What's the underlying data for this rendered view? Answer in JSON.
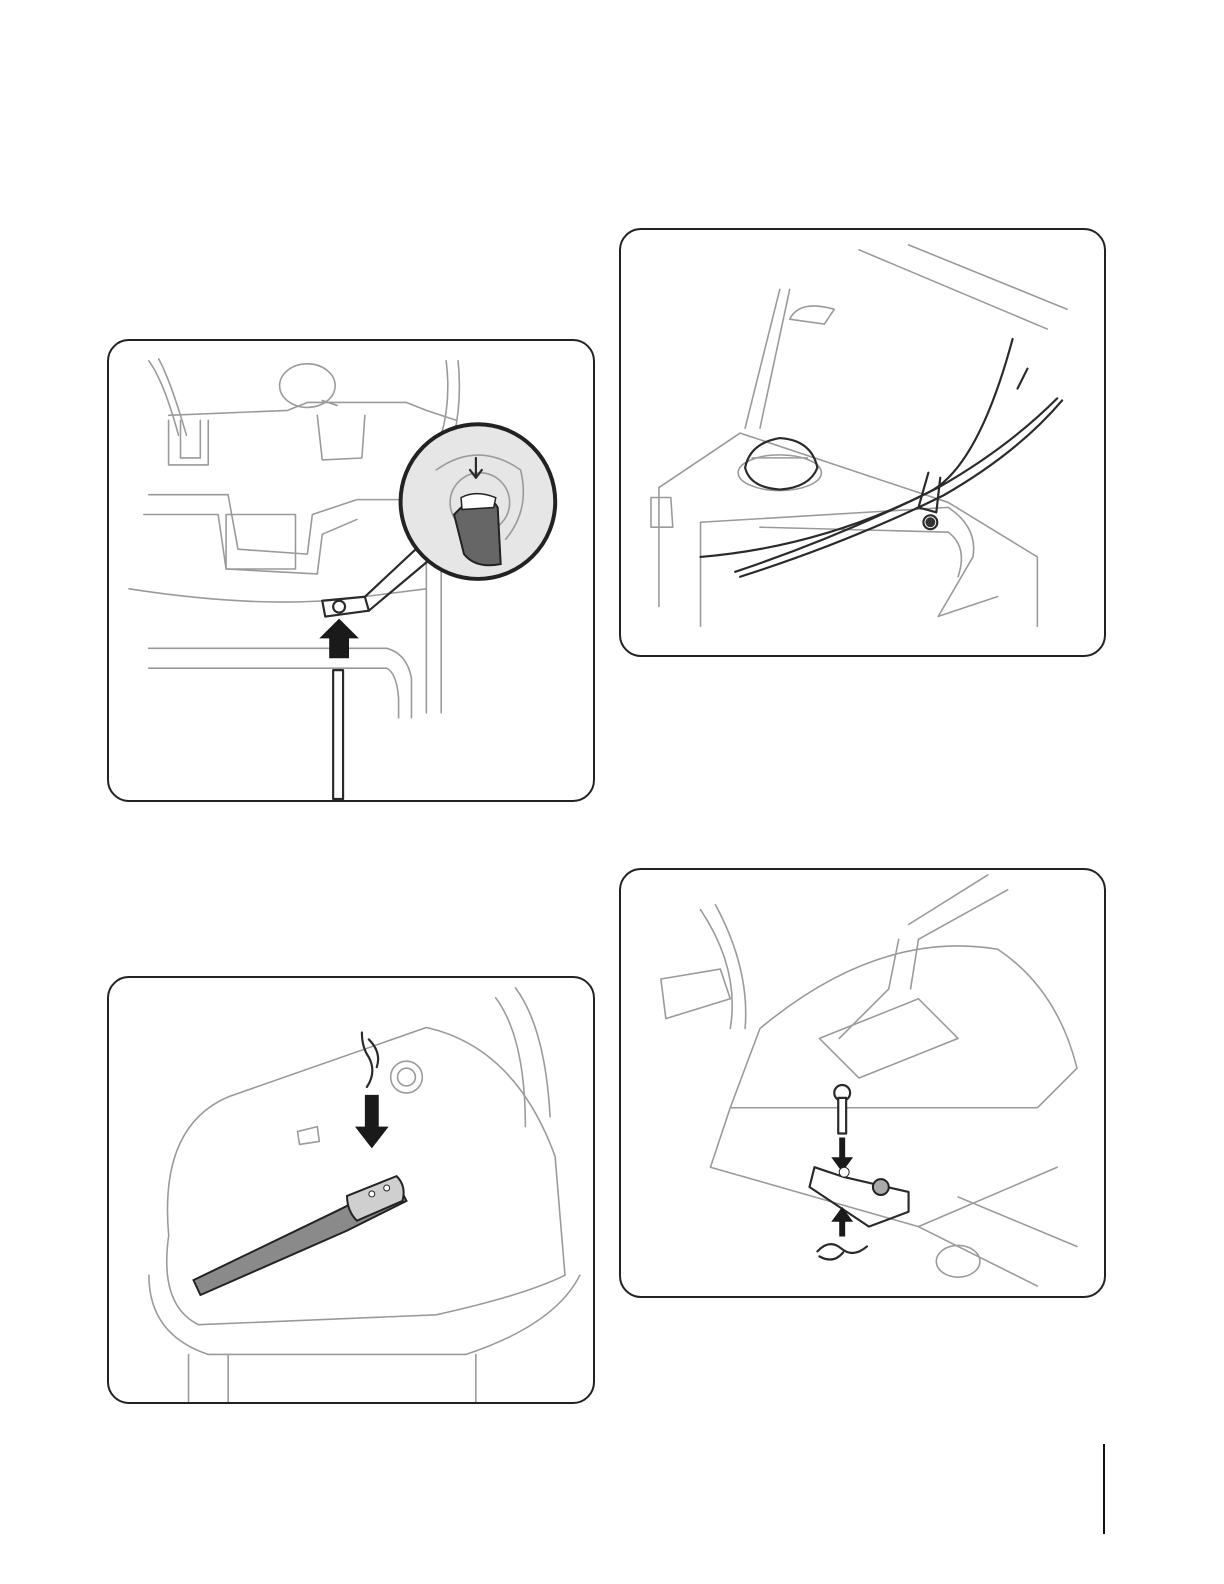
{
  "page": {
    "figures": [
      {
        "id": "chute-crank-installation",
        "icon": "chute-crank-illustration"
      },
      {
        "id": "cable-routing",
        "icon": "cable-routing-illustration"
      },
      {
        "id": "chute-rod-hairpin",
        "icon": "chute-rod-illustration"
      },
      {
        "id": "clevis-pin-bracket",
        "icon": "clevis-pin-illustration"
      }
    ],
    "colors": {
      "border": "#222222",
      "line": "#9a9a9a",
      "arrow": "#1a1a1a",
      "shading": "#777777"
    }
  }
}
